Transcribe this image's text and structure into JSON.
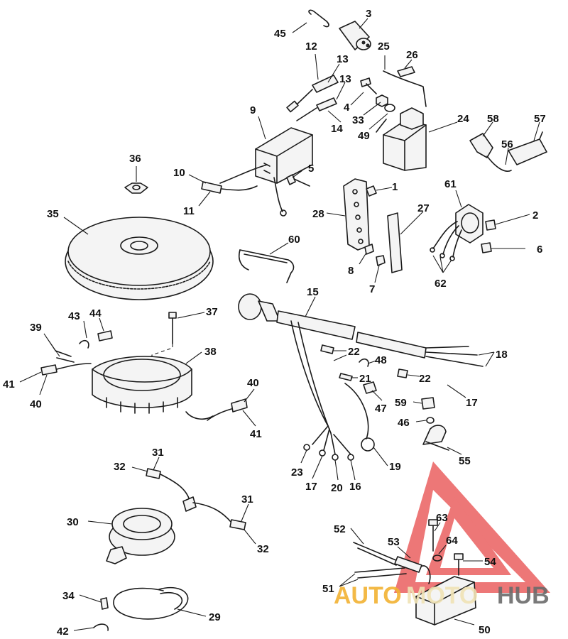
{
  "watermark": {
    "part1": "AUTO",
    "part2": "MOTO",
    "part3": "HUB",
    "color_triangle": "#e84a4a",
    "color_auto": "#f2b233",
    "color_moto": "#f0e3b5",
    "color_hub": "#6b6b6b"
  },
  "callouts": {
    "c45": "45",
    "c3": "3",
    "c12": "12",
    "c13a": "13",
    "c25": "25",
    "c26": "26",
    "c13b": "13",
    "c4": "4",
    "c33": "33",
    "c49": "49",
    "c14": "14",
    "c9": "9",
    "c24": "24",
    "c58": "58",
    "c57": "57",
    "c56": "56",
    "c36": "36",
    "c10": "10",
    "c5": "5",
    "c11": "11",
    "c1": "1",
    "c28": "28",
    "c27": "27",
    "c61": "61",
    "c2": "2",
    "c35": "35",
    "c60": "60",
    "c8": "8",
    "c6": "6",
    "c7": "7",
    "c62": "62",
    "c15": "15",
    "c43": "43",
    "c44": "44",
    "c37": "37",
    "c39": "39",
    "c38": "38",
    "c22a": "22",
    "c48": "48",
    "c18": "18",
    "c41a": "41",
    "c21": "21",
    "c22b": "22",
    "c40a": "40",
    "c40b": "40",
    "c47": "47",
    "c17a": "17",
    "c59": "59",
    "c41b": "41",
    "c46": "46",
    "c55": "55",
    "c31a": "31",
    "c32a": "32",
    "c23": "23",
    "c19": "19",
    "c17b": "17",
    "c20": "20",
    "c16": "16",
    "c30": "30",
    "c31b": "31",
    "c63": "63",
    "c52": "52",
    "c53": "53",
    "c64": "64",
    "c32b": "32",
    "c54": "54",
    "c51": "51",
    "c34": "34",
    "c29": "29",
    "c42": "42",
    "c50": "50"
  }
}
